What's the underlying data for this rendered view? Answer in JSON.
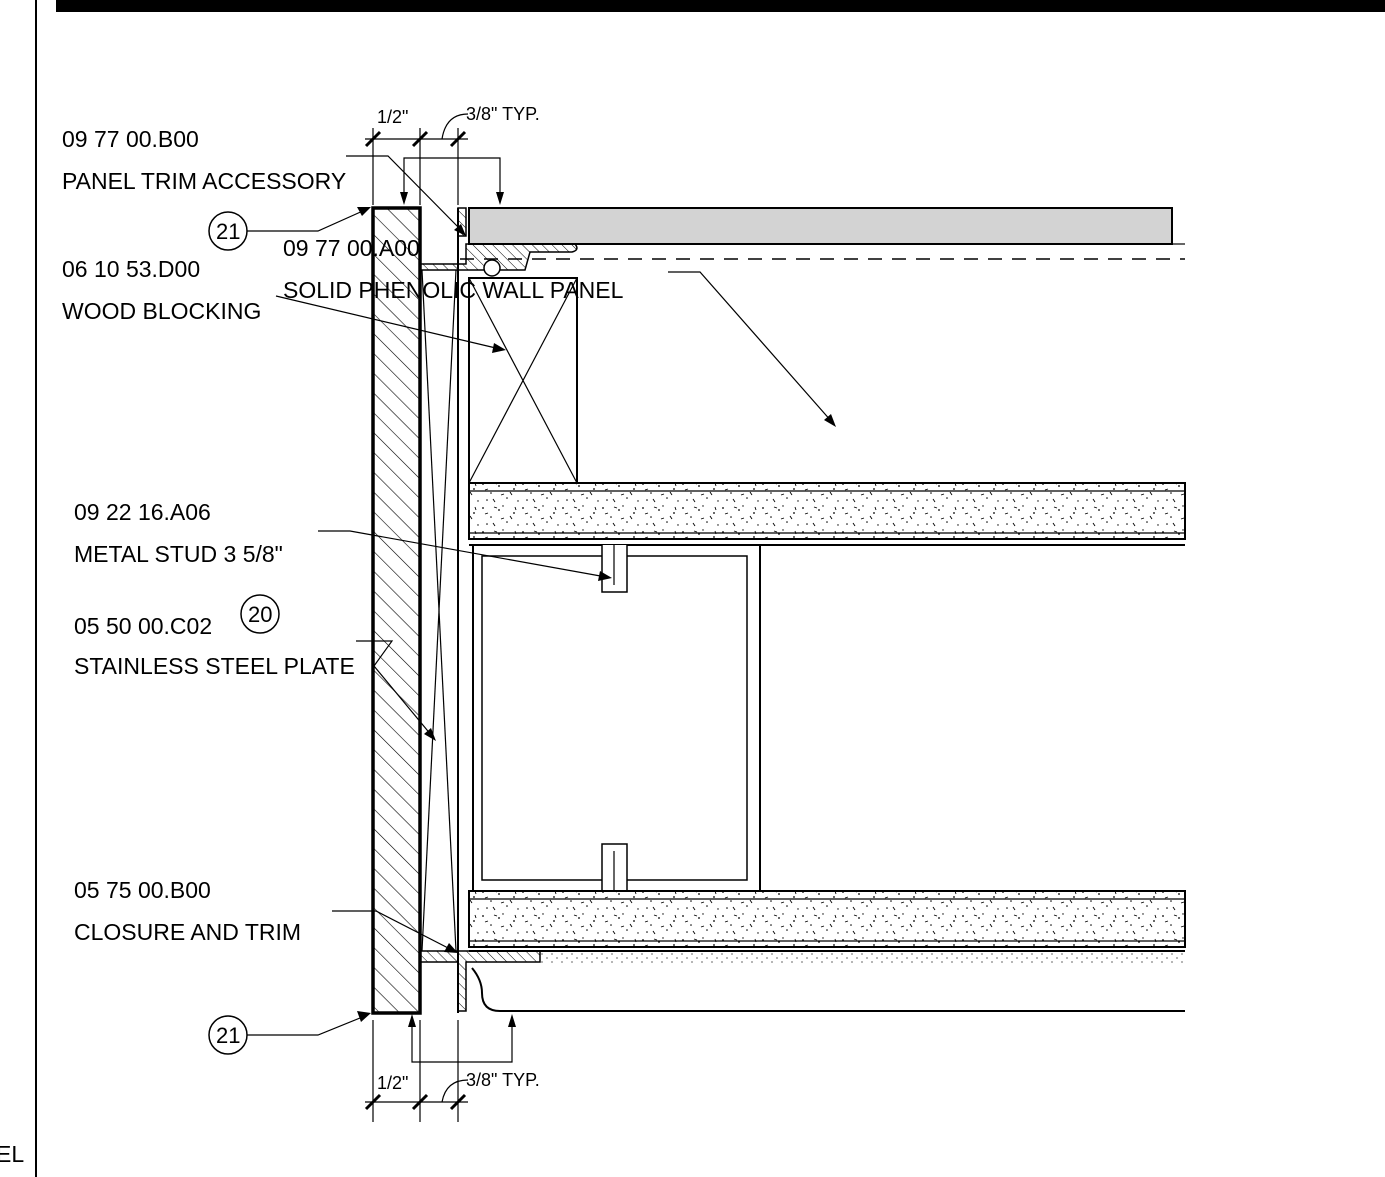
{
  "header": {
    "bar_color": "#000000"
  },
  "edge_text": "EL",
  "labels": {
    "trim_accessory_code": "09 77 00.B00",
    "trim_accessory_name": "PANEL TRIM ACCESSORY",
    "wall_panel_code": "09 77 00.A00",
    "wall_panel_name": "SOLID PHENOLIC WALL PANEL",
    "wood_blocking_code": "06 10 53.D00",
    "wood_blocking_name": "WOOD BLOCKING",
    "metal_stud_code": "09 22 16.A06",
    "metal_stud_name": "METAL STUD 3 5/8\"",
    "steel_plate_code": "05 50 00.C02",
    "steel_plate_name": "STAINLESS STEEL PLATE",
    "closure_code": "05 75 00.B00",
    "closure_name": "CLOSURE AND TRIM"
  },
  "tags": {
    "top": "21",
    "middle": "20",
    "bottom": "21"
  },
  "dimensions": {
    "top_half_inch": "1/2\"",
    "top_typ": "3/8\" TYP.",
    "bottom_half_inch": "1/2\"",
    "bottom_typ": "3/8\" TYP."
  },
  "colors": {
    "panel_fill": "#d3d3d3",
    "line": "#000000"
  }
}
